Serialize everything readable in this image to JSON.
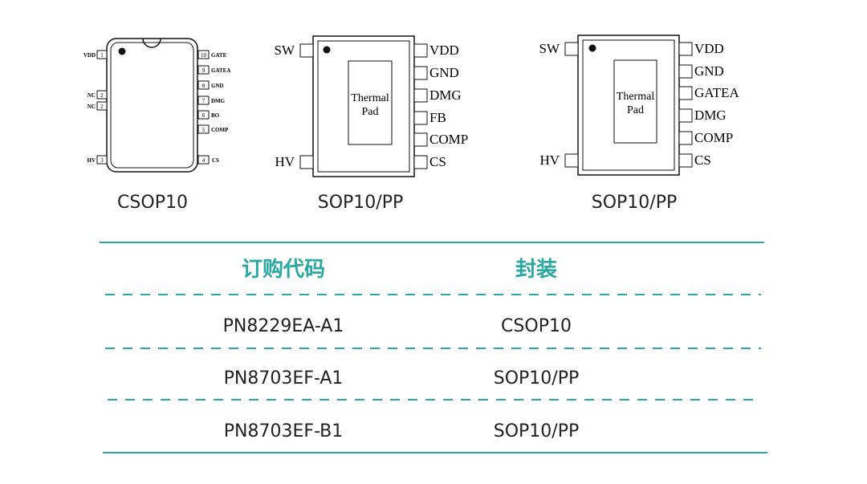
{
  "colors": {
    "accent": "#2aa8a1",
    "ink": "#111111",
    "text": "#222222"
  },
  "chip1": {
    "caption": "CSOP10",
    "left_pins": [
      {
        "num": "1",
        "name": "VDD"
      },
      {
        "num": "2",
        "name": "NC"
      },
      {
        "num": "2",
        "name": "NC"
      },
      {
        "num": "3",
        "name": "HV"
      }
    ],
    "right_pins": [
      {
        "num": "10",
        "name": "GATE"
      },
      {
        "num": "9",
        "name": "GATEA"
      },
      {
        "num": "8",
        "name": "GND"
      },
      {
        "num": "7",
        "name": "DMG"
      },
      {
        "num": "6",
        "name": "BO"
      },
      {
        "num": "5",
        "name": "COMP"
      },
      {
        "num": "4",
        "name": "CS"
      }
    ]
  },
  "chip2": {
    "caption": "SOP10/PP",
    "pad_line1": "Thermal",
    "pad_line2": "Pad",
    "left_pins": [
      "SW",
      "HV"
    ],
    "right_pins": [
      "VDD",
      "GND",
      "DMG",
      "FB",
      "COMP",
      "CS"
    ]
  },
  "chip3": {
    "caption": "SOP10/PP",
    "pad_line1": "Thermal",
    "pad_line2": "Pad",
    "left_pins": [
      "SW",
      "HV"
    ],
    "right_pins": [
      "VDD",
      "GND",
      "GATEA",
      "DMG",
      "COMP",
      "CS"
    ]
  },
  "table": {
    "headers": [
      "订购代码",
      "封装"
    ],
    "rows": [
      [
        "PN8229EA-A1",
        "CSOP10"
      ],
      [
        "PN8703EF-A1",
        "SOP10/PP"
      ],
      [
        "PN8703EF-B1",
        "SOP10/PP"
      ]
    ]
  }
}
